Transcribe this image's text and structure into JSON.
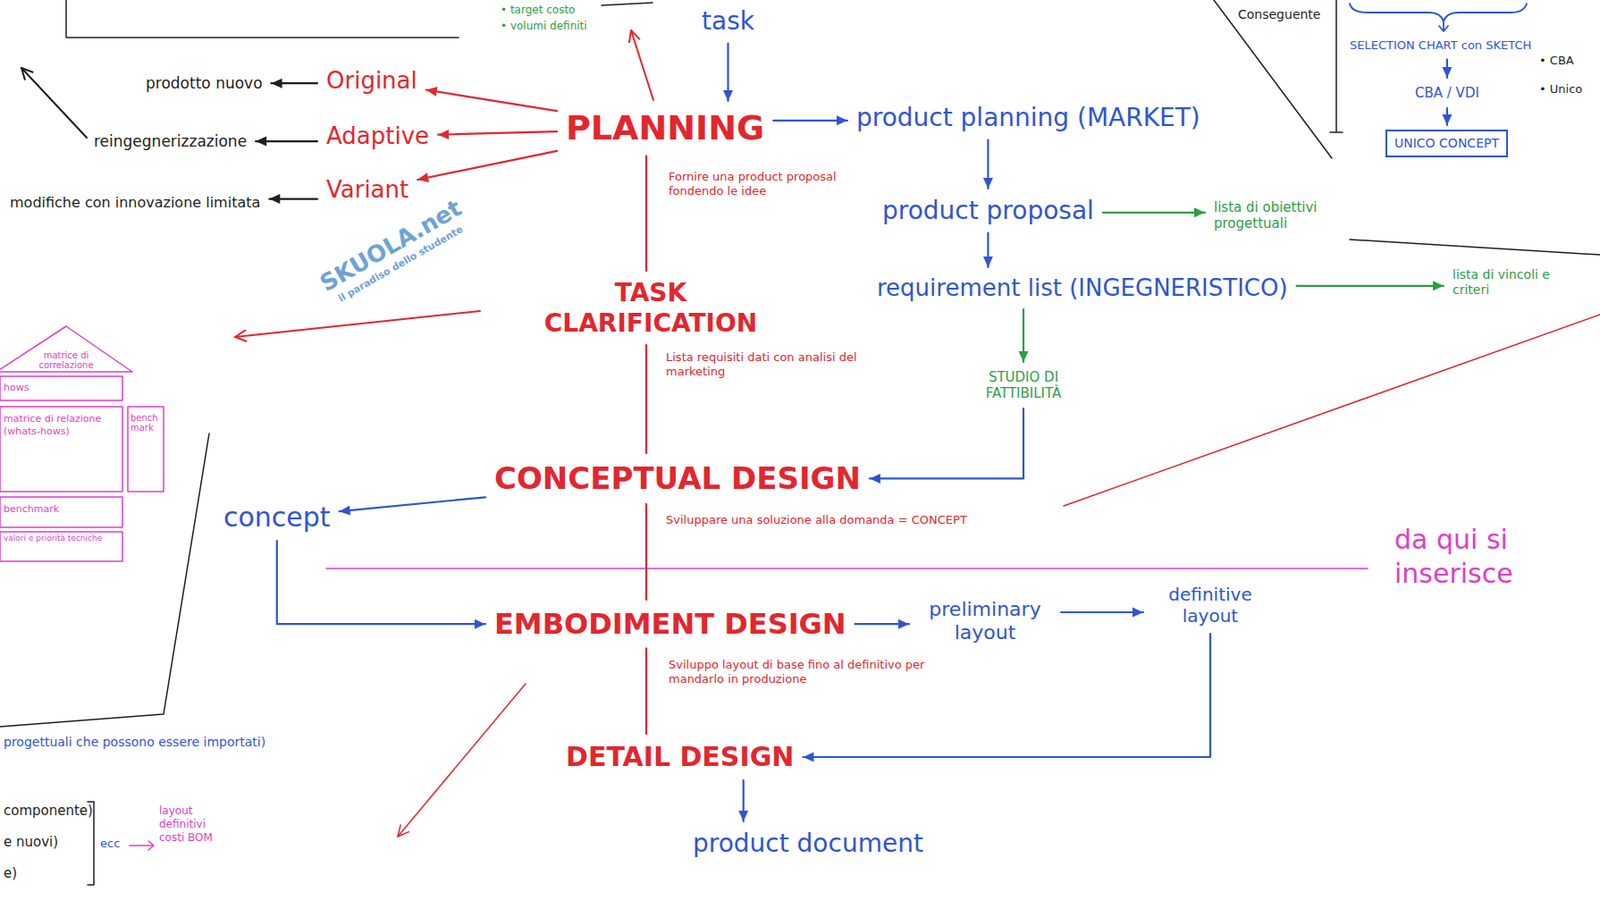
{
  "diagram": {
    "nodes": [
      {
        "text": [
          "PLANNING"
        ]
      },
      {
        "text": [
          "TASK CLARIFICATION"
        ]
      },
      {
        "text": [
          "CONCEPTUAL DESIGN"
        ]
      },
      {
        "text": [
          "EMBODIMENT DESIGN"
        ]
      },
      {
        "text": [
          "DETAIL DESIGN"
        ]
      },
      {
        "text": [
          "Original"
        ]
      },
      {
        "text": [
          "Adaptive"
        ]
      },
      {
        "text": [
          "Variant"
        ]
      },
      {
        "text": [
          "prodotto nuovo"
        ]
      },
      {
        "text": [
          "reingegnerizzazione"
        ]
      },
      {
        "text": [
          "modifiche con innovazione limitata"
        ]
      },
      {
        "text": [
          "task"
        ]
      },
      {
        "text": [
          "product planning (MARKET)"
        ]
      },
      {
        "text": [
          "product proposal"
        ]
      },
      {
        "text": [
          "requirement list (INGEGNERISTICO)"
        ]
      },
      {
        "text": [
          "STUDIO DI FATTIBILITÀ"
        ]
      },
      {
        "text": [
          "concept"
        ]
      },
      {
        "text": [
          "preliminary layout"
        ]
      },
      {
        "text": [
          "definitive layout"
        ]
      },
      {
        "text": [
          "product document"
        ]
      },
      {
        "text": [
          "lista di obiettivi progettuali"
        ]
      },
      {
        "text": [
          "lista di vincoli e criteri"
        ]
      },
      {
        "text": [
          "SELECTION CHART con SKETCH"
        ]
      },
      {
        "text": [
          "CBA / VDI"
        ]
      },
      {
        "text": [
          "UNICO CONCEPT"
        ]
      }
    ],
    "edges": [
      {
        "from": 0,
        "to": 1,
        "arrow": "none"
      },
      {
        "from": 1,
        "to": 2,
        "arrow": "none"
      },
      {
        "from": 2,
        "to": 3,
        "arrow": "none"
      },
      {
        "from": 3,
        "to": 4,
        "arrow": "none"
      },
      {
        "from": 0,
        "to": 5,
        "arrow": "to"
      },
      {
        "from": 0,
        "to": 6,
        "arrow": "to"
      },
      {
        "from": 0,
        "to": 7,
        "arrow": "to"
      },
      {
        "from": 5,
        "to": 8,
        "arrow": "to"
      },
      {
        "from": 6,
        "to": 9,
        "arrow": "to"
      },
      {
        "from": 7,
        "to": 10,
        "arrow": "to"
      },
      {
        "from": 11,
        "to": 0,
        "arrow": "to"
      },
      {
        "from": 0,
        "to": 12,
        "arrow": "to"
      },
      {
        "from": 12,
        "to": 13,
        "arrow": "to"
      },
      {
        "from": 13,
        "to": 14,
        "arrow": "to"
      },
      {
        "from": 14,
        "to": 15,
        "arrow": "to"
      },
      {
        "from": 15,
        "to": 2,
        "arrow": "to"
      },
      {
        "from": 13,
        "to": 20,
        "arrow": "to"
      },
      {
        "from": 14,
        "to": 21,
        "arrow": "to"
      },
      {
        "from": 2,
        "to": 16,
        "arrow": "to"
      },
      {
        "from": 16,
        "to": 3,
        "arrow": "to"
      },
      {
        "from": 3,
        "to": 17,
        "arrow": "to"
      },
      {
        "from": 17,
        "to": 18,
        "arrow": "to"
      },
      {
        "from": 18,
        "to": 4,
        "arrow": "to"
      },
      {
        "from": 4,
        "to": 19,
        "arrow": "to"
      },
      {
        "from": 22,
        "to": 23,
        "arrow": "to"
      },
      {
        "from": 23,
        "to": 24,
        "arrow": "to"
      }
    ],
    "labels": [
      "Fornire una product proposal fondendo le idee",
      "Lista requisiti dati con analisi del marketing",
      "Sviluppare una soluzione alla domanda = CONCEPT",
      "Sviluppo layout di base fino al definitivo per mandarlo in produzione",
      "da qui si inserisce",
      "• target costo",
      "• volumi definiti",
      "Conseguente",
      "• CBA",
      "• Unico",
      "matrice di correlazione",
      "hows",
      "matrice di relazione (whats-hows)",
      "bench mark",
      "benchmark",
      "valori e priorità tecniche",
      "progettuali che possono essere importati)",
      "componente)",
      "e nuovi)",
      "e)",
      "ecc",
      "layout definitivi costi BOM",
      "SKUOLA.net",
      "il paradiso dello studente"
    ]
  }
}
